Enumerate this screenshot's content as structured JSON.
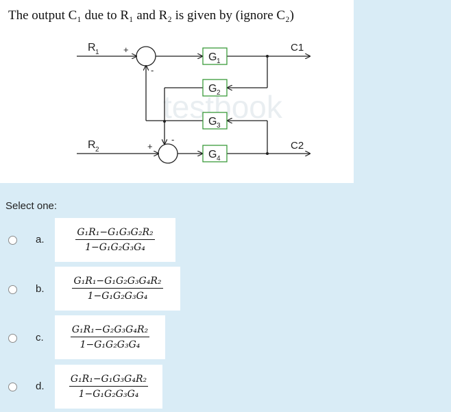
{
  "question": {
    "text": "The output C₁ due to R₁ and R₂ is given by (ignore C₂)"
  },
  "diagram": {
    "labels": {
      "r1": "R",
      "r1_sub": "1",
      "r2": "R",
      "r2_sub": "2",
      "c1": "C1",
      "c2": "C2",
      "g1": "G",
      "g1_sub": "1",
      "g2": "G",
      "g2_sub": "2",
      "g3": "G",
      "g3_sub": "3",
      "g4": "G",
      "g4_sub": "4",
      "plus_top": "+",
      "minus_top": "-",
      "plus_bottom": "+",
      "minus_bottom": "-"
    },
    "watermark": "testbook"
  },
  "select_one": "Select one:",
  "options": [
    {
      "letter": "a.",
      "numerator": "G₁R₁−G₁G₃G₂R₂",
      "denominator": "1−G₁G₂G₃G₄"
    },
    {
      "letter": "b.",
      "numerator": "G₁R₁−G₁G₂G₃G₄R₂",
      "denominator": "1−G₁G₂G₃G₄"
    },
    {
      "letter": "c.",
      "numerator": "G₁R₁−G₂G₃G₄R₂",
      "denominator": "1−G₁G₂G₃G₄"
    },
    {
      "letter": "d.",
      "numerator": "G₁R₁−G₁G₃G₄R₂",
      "denominator": "1−G₁G₂G₃G₄"
    }
  ],
  "colors": {
    "line": "#1f1f1f",
    "page_bg": "#d9ecf6"
  }
}
